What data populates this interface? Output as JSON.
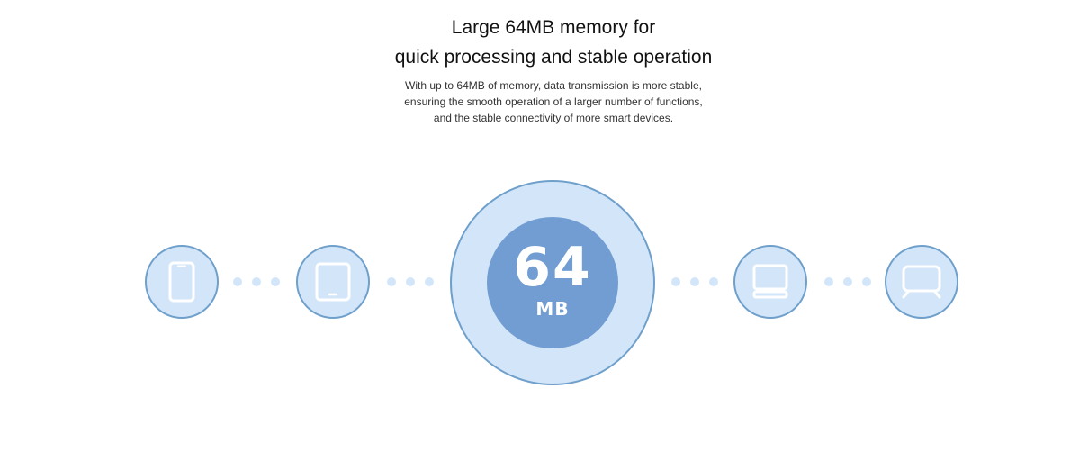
{
  "heading": {
    "line1": "Large 64MB memory for",
    "line2": "quick processing and stable operation"
  },
  "description": {
    "line1": "With up to 64MB of memory, data transmission is more stable,",
    "line2": "ensuring the smooth operation of a larger number of functions,",
    "line3": "and the stable connectivity of more smart devices."
  },
  "memory": {
    "value": "64",
    "unit": "MB"
  },
  "devices": [
    {
      "icon": "smartphone-icon"
    },
    {
      "icon": "tablet-icon"
    },
    {
      "icon": "laptop-icon"
    },
    {
      "icon": "tv-icon"
    }
  ],
  "colors": {
    "circle_fill": "#d3e6f9",
    "circle_border": "#6fa0cb",
    "core_fill": "#729dd3",
    "icon_stroke": "#ffffff",
    "dot": "#d3e6f9"
  }
}
